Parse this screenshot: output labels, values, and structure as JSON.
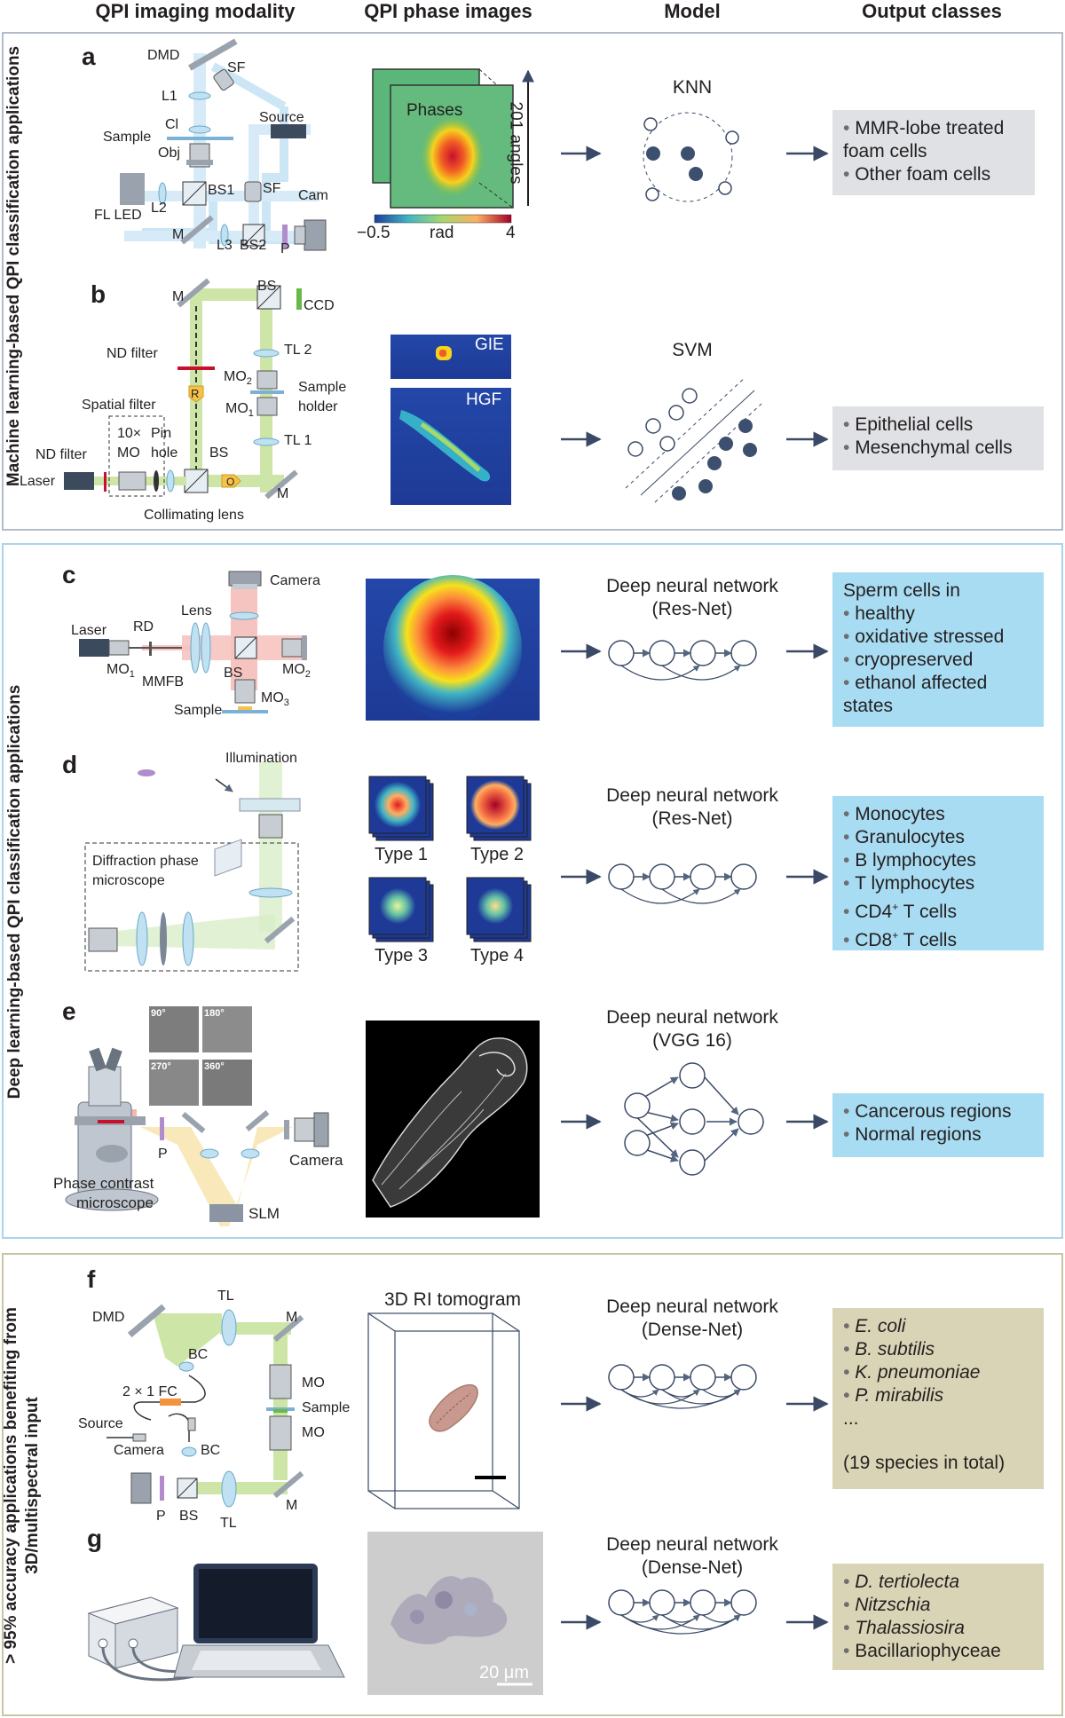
{
  "headers": {
    "modality": "QPI imaging modality",
    "phase_images": "QPI phase images",
    "model": "Model",
    "outputs": "Output classes"
  },
  "sections": {
    "ml": "Machine learning-based QPI classification applications",
    "dl": "Deep learning-based  QPI classification applications",
    "acc": "> 95% accuracy applications benefiting from 3D/multispectral input"
  },
  "colors": {
    "ml_border": "#b4bcc8",
    "dl_border": "#a9d4ec",
    "acc_border": "#c9c5a4",
    "ml_box": "#dfe1e4",
    "dl_box": "#a8dcf2",
    "acc_box": "#d9d4b5",
    "node": "#3d4f6e",
    "light_path": "#b8dc9e",
    "arrow": "#3a4a66"
  },
  "panel_a": {
    "letter": "a",
    "labels": {
      "dmd": "DMD",
      "sf1": "SF",
      "l1": "L1",
      "cl": "Cl",
      "sample": "Sample",
      "obj": "Obj",
      "source": "Source",
      "sf2": "SF",
      "bs1": "BS1",
      "fl_led": "FL LED",
      "l2": "L2",
      "m": "M",
      "l3": "L3",
      "bs2": "BS2",
      "p": "P",
      "cam": "Cam"
    },
    "image": {
      "stack_label": "Phases",
      "angles": "201 angles",
      "cbar_min": "−0.5",
      "cbar_unit": "rad",
      "cbar_max": "4"
    },
    "model": "KNN",
    "outputs": [
      "MMR-lobe treated foam cells",
      "Other foam cells"
    ]
  },
  "panel_b": {
    "letter": "b",
    "labels": {
      "m_top": "M",
      "bs_top": "BS",
      "ccd": "CCD",
      "nd1": "ND filter",
      "tl2": "TL 2",
      "mo2": "MO",
      "mo2_sub": "2",
      "sample_holder_1": "Sample",
      "sample_holder_2": "holder",
      "mo1": "MO",
      "mo1_sub": "1",
      "r": "R",
      "spatial": "Spatial filter",
      "tenx": "10×",
      "pin": "Pin",
      "mo": "MO",
      "hole": "hole",
      "nd2": "ND filter",
      "bs": "BS",
      "tl1": "TL 1",
      "laser": "Laser",
      "m_bottom": "M",
      "o": "O",
      "coll": "Collimating lens"
    },
    "images": {
      "top": "GIE",
      "bottom": "HGF"
    },
    "model": "SVM",
    "outputs": [
      "Epithelial cells",
      "Mesenchymal cells"
    ]
  },
  "panel_c": {
    "letter": "c",
    "labels": {
      "camera": "Camera",
      "lens": "Lens",
      "laser": "Laser",
      "rd": "RD",
      "mo1": "MO",
      "mo1_sub": "1",
      "mmfb": "MMFB",
      "bs": "BS",
      "mo2": "MO",
      "mo2_sub": "2",
      "sample": "Sample",
      "mo3": "MO",
      "mo3_sub": "3"
    },
    "model_1": "Deep neural network",
    "model_2": "(Res-Net)",
    "output_title": "Sperm cells in",
    "outputs": [
      "healthy",
      "oxidative stressed",
      "cryopreserved",
      "ethanol affected"
    ],
    "output_tail": "states"
  },
  "panel_d": {
    "letter": "d",
    "labels": {
      "illum": "Illumination",
      "dpm_1": "Diffraction phase",
      "dpm_2": "microscope"
    },
    "types": [
      "Type 1",
      "Type 2",
      "Type 3",
      "Type 4"
    ],
    "model_1": "Deep neural network",
    "model_2": "(Res-Net)",
    "outputs": [
      "Monocytes",
      "Granulocytes",
      "B lymphocytes",
      "T lymphocytes"
    ],
    "cd4": {
      "a": "CD4",
      "sup": "+",
      "b": " T cells"
    },
    "cd8": {
      "a": "CD8",
      "sup": "+",
      "b": " T cells"
    }
  },
  "panel_e": {
    "letter": "e",
    "angles": [
      "90°",
      "180°",
      "270°",
      "360°"
    ],
    "labels": {
      "p": "P",
      "camera": "Camera",
      "pcm_1": "Phase contrast",
      "pcm_2": "microscope",
      "slm": "SLM"
    },
    "model_1": "Deep neural network",
    "model_2": "(VGG 16)",
    "outputs": [
      "Cancerous regions",
      "Normal regions"
    ]
  },
  "panel_f": {
    "letter": "f",
    "labels": {
      "dmd": "DMD",
      "tl_top": "TL",
      "m_top": "M",
      "bc1": "BC",
      "fc": "2 × 1 FC",
      "source": "Source",
      "camera": "Camera",
      "bc2": "BC",
      "mo1": "MO",
      "sample": "Sample",
      "mo2": "MO",
      "p": "P",
      "bs": "BS",
      "tl_bottom": "TL",
      "m_bottom": "M"
    },
    "image_title": "3D RI tomogram",
    "model_1": "Deep neural network",
    "model_2": "(Dense-Net)",
    "outputs": [
      "E. coli",
      "B. subtilis",
      "K. pneumoniae",
      "P. mirabilis"
    ],
    "ellipsis": "...",
    "total": "(19 species in total)"
  },
  "panel_g": {
    "letter": "g",
    "scale": "20 μm",
    "model_1": "Deep neural network",
    "model_2": "(Dense-Net)",
    "outputs": [
      "D. tertiolecta",
      "Nitzschia",
      "Thalassiosira",
      "Bacillariophyceae"
    ]
  }
}
